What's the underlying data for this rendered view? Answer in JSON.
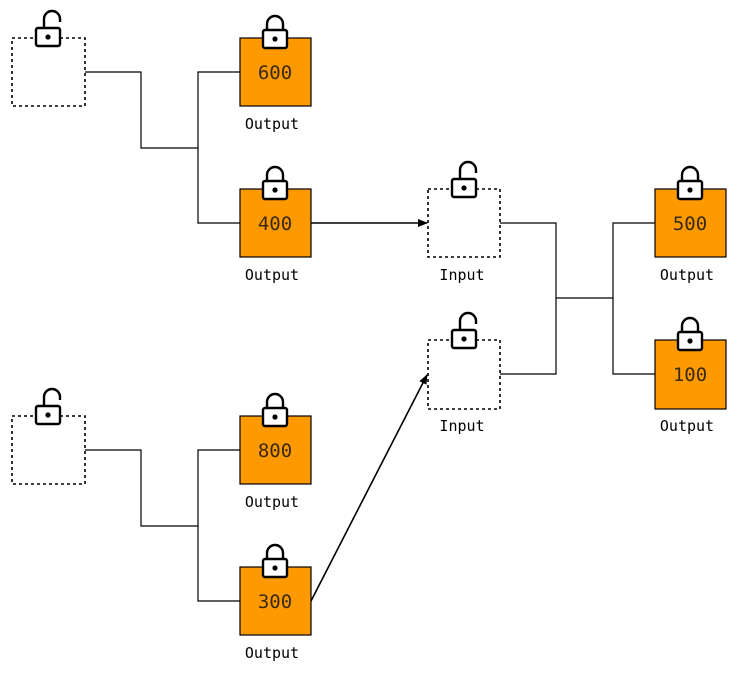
{
  "colors": {
    "output_fill": "#FF9900",
    "stroke": "#000000",
    "background": "#FFFFFF"
  },
  "icons": {
    "locked": "padlock-closed-icon",
    "unlocked": "padlock-open-icon"
  },
  "nodes": {
    "source_a": {
      "kind": "source",
      "lock": "unlocked",
      "label": ""
    },
    "source_b": {
      "kind": "source",
      "lock": "unlocked",
      "label": ""
    },
    "out_600": {
      "kind": "output",
      "lock": "locked",
      "value": "600",
      "label": "Output"
    },
    "out_400": {
      "kind": "output",
      "lock": "locked",
      "value": "400",
      "label": "Output"
    },
    "out_800": {
      "kind": "output",
      "lock": "locked",
      "value": "800",
      "label": "Output"
    },
    "out_300": {
      "kind": "output",
      "lock": "locked",
      "value": "300",
      "label": "Output"
    },
    "in_top": {
      "kind": "input",
      "lock": "unlocked",
      "label": "Input"
    },
    "in_bottom": {
      "kind": "input",
      "lock": "unlocked",
      "label": "Input"
    },
    "out_500": {
      "kind": "output",
      "lock": "locked",
      "value": "500",
      "label": "Output"
    },
    "out_100": {
      "kind": "output",
      "lock": "locked",
      "value": "100",
      "label": "Output"
    }
  },
  "splits": [
    {
      "from": "source_a",
      "to": [
        "out_600",
        "out_400"
      ]
    },
    {
      "from": "source_b",
      "to": [
        "out_800",
        "out_300"
      ]
    },
    {
      "from": [
        "in_top",
        "in_bottom"
      ],
      "to": [
        "out_500",
        "out_100"
      ]
    }
  ],
  "arrows": [
    {
      "from": "out_400",
      "to": "in_top"
    },
    {
      "from": "out_300",
      "to": "in_bottom"
    }
  ]
}
